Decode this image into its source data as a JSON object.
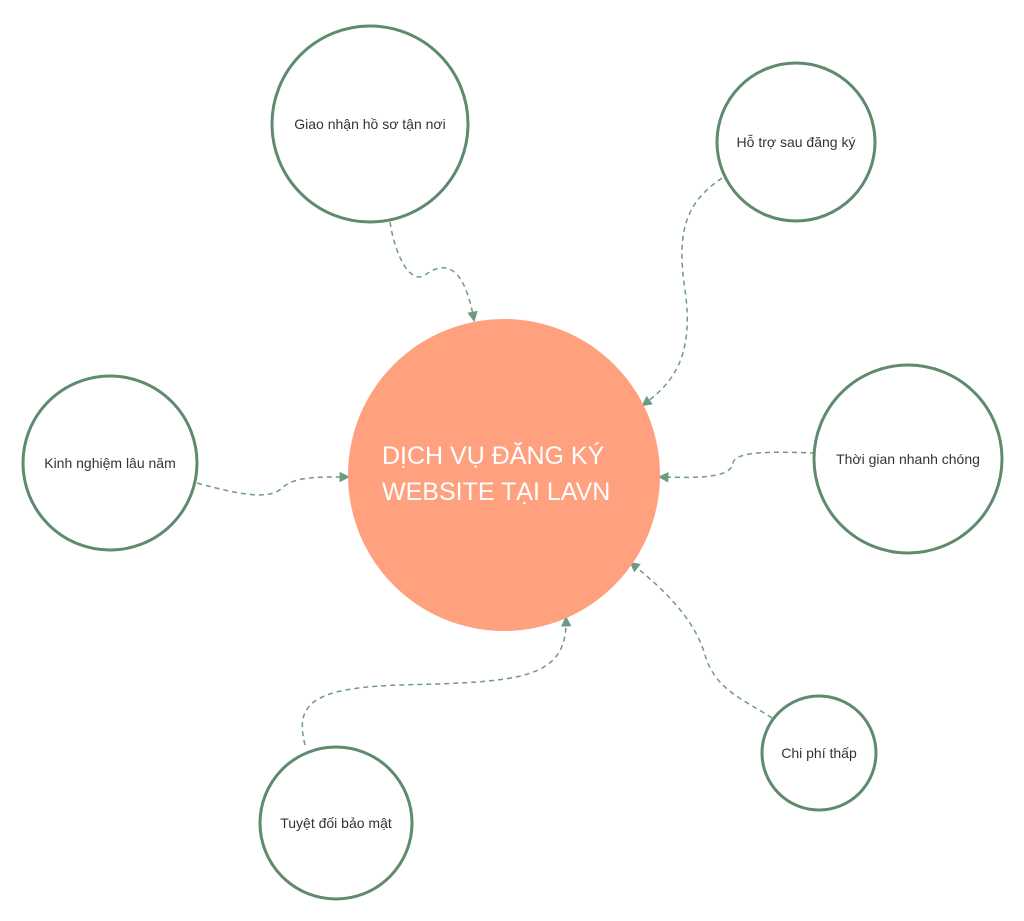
{
  "center": {
    "line1": "DỊCH VỤ ĐĂNG KÝ",
    "line2": "WEBSITE TẠI LAVN"
  },
  "nodes": {
    "giao_nhan": "Giao nhận hồ sơ tận nơi",
    "ho_tro": "Hỗ trợ sau đăng ký",
    "kinh_nghiem": "Kinh nghiệm lâu năm",
    "thoi_gian": "Thời gian nhanh chóng",
    "chi_phi": "Chi phí thấp",
    "bao_mat": "Tuyệt đối bảo mật"
  },
  "colors": {
    "center_fill": "#ffa07f",
    "circle_stroke": "#5f8a6e",
    "connector": "#6f9a82",
    "node_text": "#333333",
    "center_text": "#ffffff"
  }
}
